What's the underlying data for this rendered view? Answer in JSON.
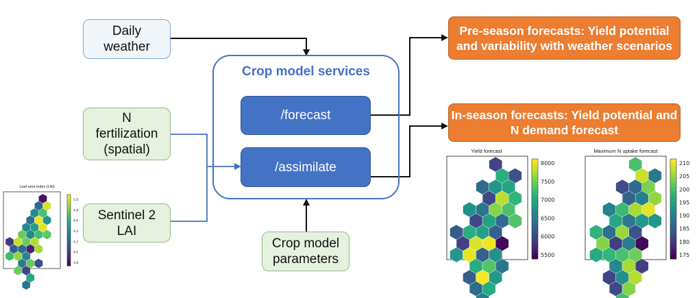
{
  "container": {
    "title": "Crop model services"
  },
  "inputs": {
    "daily_weather": "Daily\nweather",
    "n_fertilization": "N\nfertilization\n(spatial)",
    "sentinel": "Sentinel 2\nLAI",
    "crop_params": "Crop model\nparameters"
  },
  "services": {
    "forecast": "/forecast",
    "assimilate": "/assimilate"
  },
  "outputs": {
    "preseason": "Pre-season forecasts: Yield potential\nand variability with weather scenarios",
    "inseason": "In-season forecasts: Yield potential and\nN demand forecast"
  },
  "maps": {
    "lai": {
      "title": "Leaf area index (LAI)",
      "colorbar_ticks": [
        "5.0",
        "4.8",
        "4.6",
        "4.4",
        "4.2",
        "4.0",
        "3.8"
      ]
    },
    "yield": {
      "title": "Yield forecast",
      "colorbar_ticks": [
        "8000",
        "7500",
        "7000",
        "6500",
        "6000",
        "5500"
      ]
    },
    "nuptake": {
      "title": "Maximum N uptake forecast",
      "colorbar_ticks": [
        "210",
        "205",
        "200",
        "195",
        "190",
        "185",
        "180",
        "175"
      ]
    }
  },
  "colors": {
    "accent": "#4472c4",
    "output": "#ec7d31",
    "input_fill": "#e6f1df"
  }
}
